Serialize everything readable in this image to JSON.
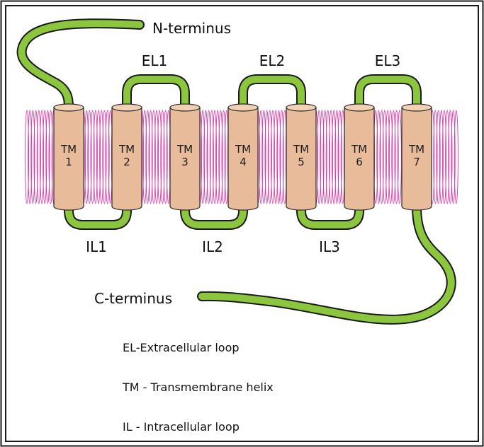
{
  "labels": {
    "n_terminus": "N-terminus",
    "c_terminus": "C-terminus",
    "extracellular_loops": [
      "EL1",
      "EL2",
      "EL3"
    ],
    "intracellular_loops": [
      "IL1",
      "IL2",
      "IL3"
    ]
  },
  "helices": [
    {
      "line1": "TM",
      "line2": "1"
    },
    {
      "line1": "TM",
      "line2": "2"
    },
    {
      "line1": "TM",
      "line2": "3"
    },
    {
      "line1": "TM",
      "line2": "4"
    },
    {
      "line1": "TM",
      "line2": "5"
    },
    {
      "line1": "TM",
      "line2": "6"
    },
    {
      "line1": "TM",
      "line2": "7"
    }
  ],
  "legend": [
    "EL-Extracellular loop",
    "TM - Transmembrane helix",
    "IL - Intracellular loop"
  ],
  "colors": {
    "chain": "#8cc63f",
    "chain_outline": "#1a1a1a",
    "helix_fill": "#e8bc9a",
    "helix_top": "#f2d0b3",
    "coil": "#d63aa8",
    "frame": "#1a1a1a"
  }
}
